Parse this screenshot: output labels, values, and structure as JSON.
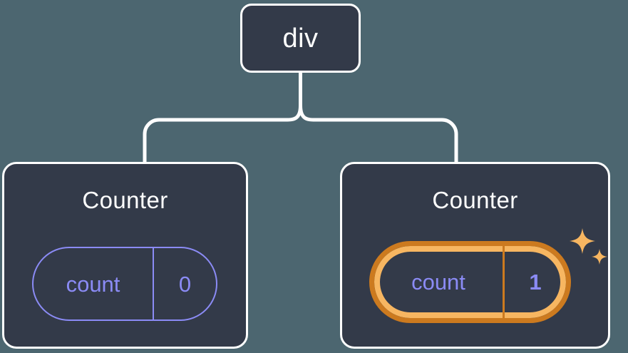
{
  "diagram": {
    "type": "component-tree",
    "background_color": "#4c6670",
    "node_fill_color": "#333a49",
    "node_border_color": "#ffffff",
    "connector_color": "#ffffff",
    "accent_state_color": "#8b8bf5",
    "highlight_outer_color": "#cc7a1f",
    "highlight_inner_color": "#f7b661"
  },
  "root": {
    "label": "div"
  },
  "children": [
    {
      "title": "Counter",
      "state": {
        "key": "count",
        "value": "0",
        "highlighted": false
      }
    },
    {
      "title": "Counter",
      "state": {
        "key": "count",
        "value": "1",
        "highlighted": true
      },
      "sparkle_icons": [
        {
          "name": "sparkle-large-icon"
        },
        {
          "name": "sparkle-small-icon"
        }
      ]
    }
  ]
}
